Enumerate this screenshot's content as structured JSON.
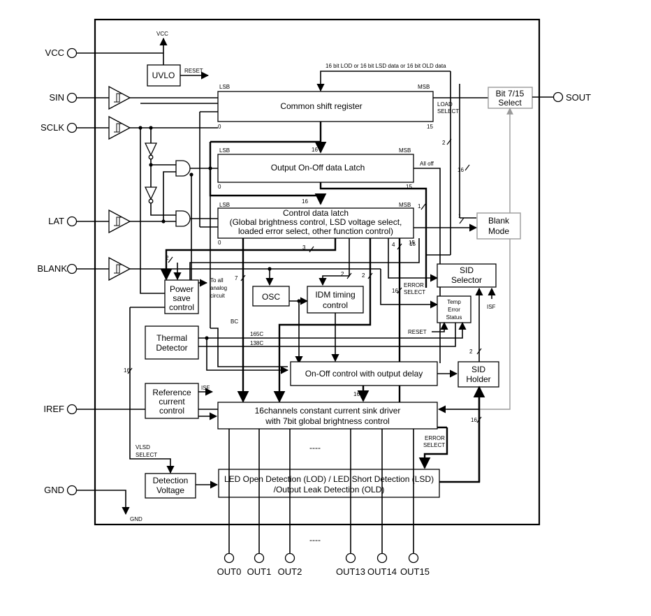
{
  "pins": {
    "vcc": "VCC",
    "sin": "SIN",
    "sclk": "SCLK",
    "lat": "LAT",
    "blank": "BLANK",
    "iref": "IREF",
    "gnd": "GND",
    "sout": "SOUT"
  },
  "outputs": [
    "OUT0",
    "OUT1",
    "OUT2",
    "OUT13",
    "OUT14",
    "OUT15"
  ],
  "blocks": {
    "uvlo": "UVLO",
    "shift_register": "Common shift register",
    "output_latch": "Output On-Off data Latch",
    "control_latch": [
      "Control data latch",
      "(Global brightness control, LSD voltage select,",
      "loaded error select, other function control)"
    ],
    "bit_select": [
      "Bit 7/15",
      "Select"
    ],
    "blank_mode": [
      "Blank",
      "Mode"
    ],
    "sid_selector": [
      "SID",
      "Selector"
    ],
    "temp_error": [
      "Temp",
      "Error",
      "Status"
    ],
    "power_save": [
      "Power",
      "save",
      "control"
    ],
    "osc": "OSC",
    "idm_timing": [
      "IDM timing",
      "control"
    ],
    "thermal": [
      "Thermal",
      "Detector"
    ],
    "onoff_control": "On-Off control with output delay",
    "sid_holder": [
      "SID",
      "Holder"
    ],
    "reference": [
      "Reference",
      "current",
      "control"
    ],
    "driver": [
      "16channels constant current sink driver",
      "with 7bit global brightness control"
    ],
    "detection_voltage": [
      "Detection",
      "Voltage"
    ],
    "led_detection": [
      "LED Open Detection (LOD) / LED Short Detection (LSD)",
      "/Output Leak Detection (OLD)"
    ]
  },
  "labels": {
    "vcc_top": "VCC",
    "reset": "RESET",
    "feedback": "16 bit LOD or 16 bit LSD data or 16 bit OLD data",
    "lsb": "LSB",
    "msb": "MSB",
    "zero": "0",
    "fifteen": "15",
    "load_select": [
      "LOAD",
      "SELECT"
    ],
    "all_off": "All off",
    "error_select": [
      "ERROR",
      "SELECT"
    ],
    "reset2": "RESET",
    "isf": "ISF",
    "analog": [
      "To all",
      "analog",
      "circuit"
    ],
    "bc": "BC",
    "t165": "165C",
    "t138": "138C",
    "isf2": "ISF",
    "vlsd": [
      "VLSD",
      "SELECT"
    ],
    "error_select2": [
      "ERROR",
      "SELECT"
    ],
    "gnd_bottom": "GND",
    "dashes": "----",
    "bus": [
      "2",
      "16",
      "1",
      "1",
      "16",
      "16",
      "3",
      "4",
      "15",
      "7",
      "2",
      "2",
      "2",
      "16",
      "16",
      "2",
      "16",
      "16"
    ]
  }
}
